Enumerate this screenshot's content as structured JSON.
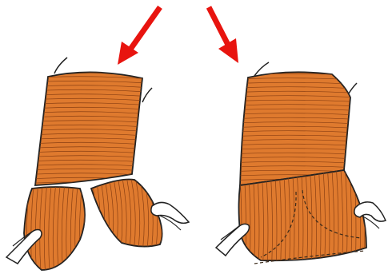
{
  "image": {
    "caption": "",
    "panels": [
      {
        "id": "left",
        "content": "muscle-flap"
      },
      {
        "id": "right",
        "content": "muscle-flap-sutured"
      }
    ]
  },
  "colors": {
    "muscle_fill": "#df7a2e",
    "outline": "#222222",
    "fiber_line": "#8a3f12",
    "arrow": "#e8140f",
    "vessel_fill": "#ffffff",
    "background": "#ffffff"
  },
  "icons": {
    "arrow_left": "arrow-down-left-icon",
    "arrow_right": "arrow-down-right-icon"
  }
}
